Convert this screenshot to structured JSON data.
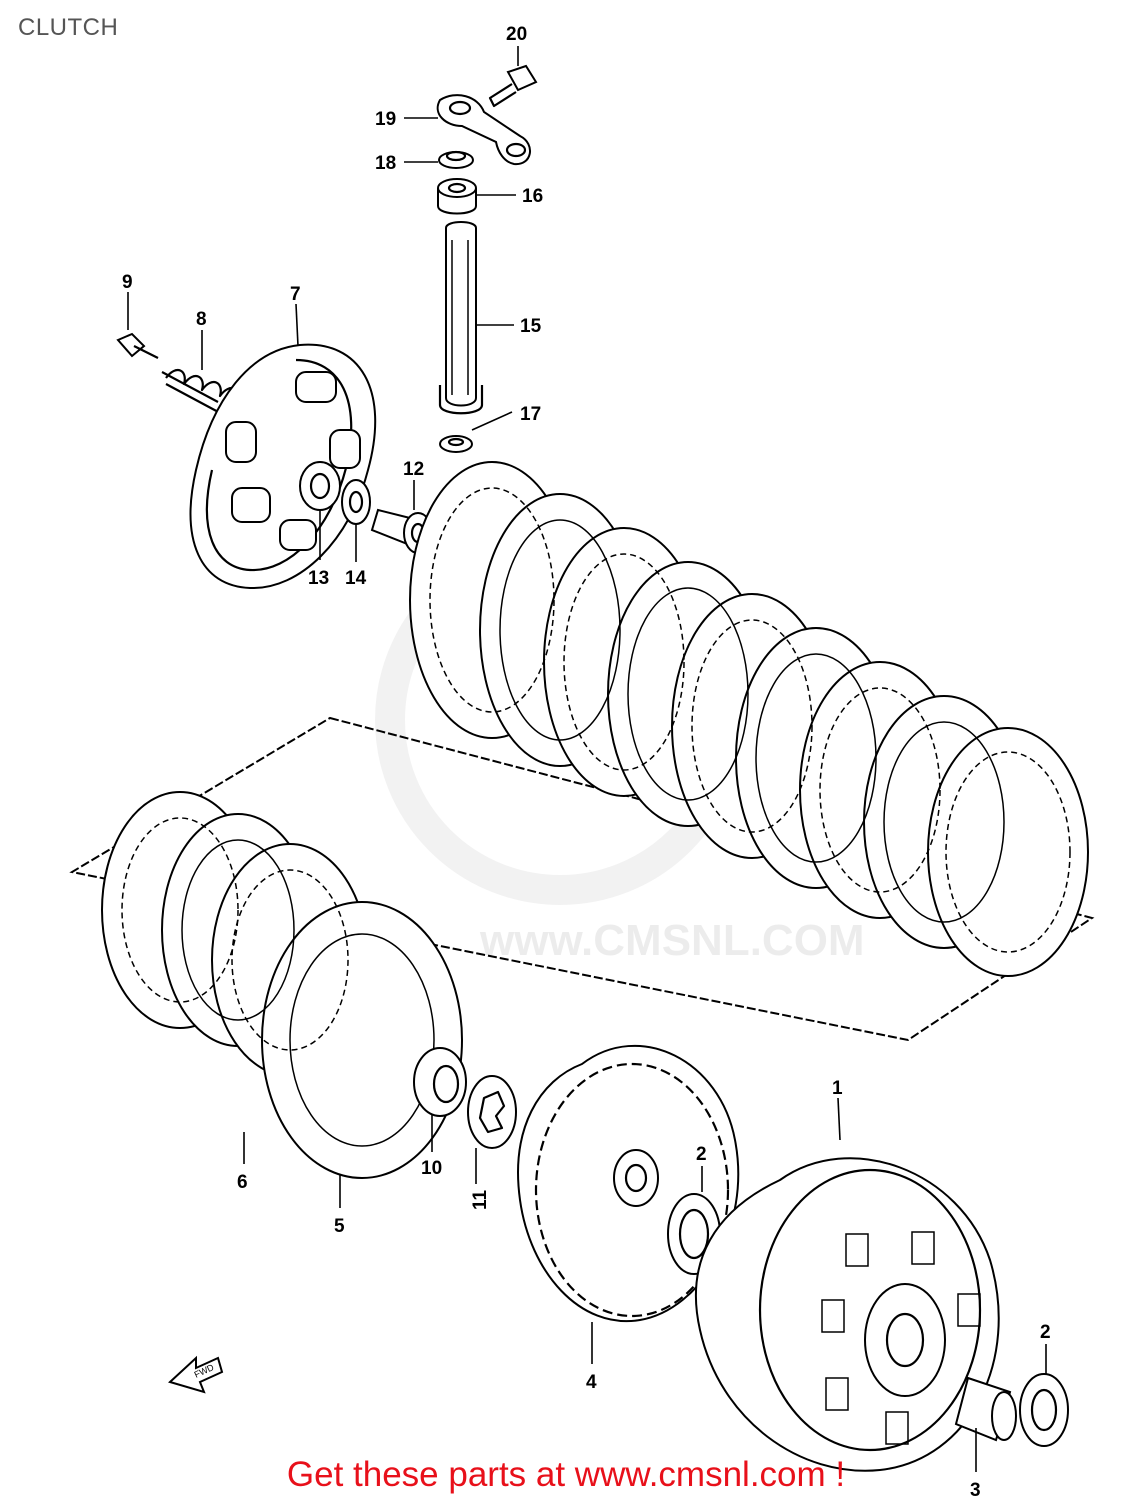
{
  "header": {
    "title": "CLUTCH"
  },
  "watermark": {
    "text": "www.CMSNL.COM"
  },
  "footer": {
    "link_text": "Get these parts at www.cmsnl.com !"
  },
  "callouts": {
    "n1": "1",
    "n2a": "2",
    "n2b": "2",
    "n3": "3",
    "n4": "4",
    "n5": "5",
    "n6": "6",
    "n7": "7",
    "n8": "8",
    "n9": "9",
    "n10": "10",
    "n11": "11",
    "n12": "12",
    "n13": "13",
    "n14": "14",
    "n15": "15",
    "n16": "16",
    "n17": "17",
    "n18": "18",
    "n19": "19",
    "n20": "20"
  },
  "direction_arrow": {
    "label": "FWD"
  }
}
